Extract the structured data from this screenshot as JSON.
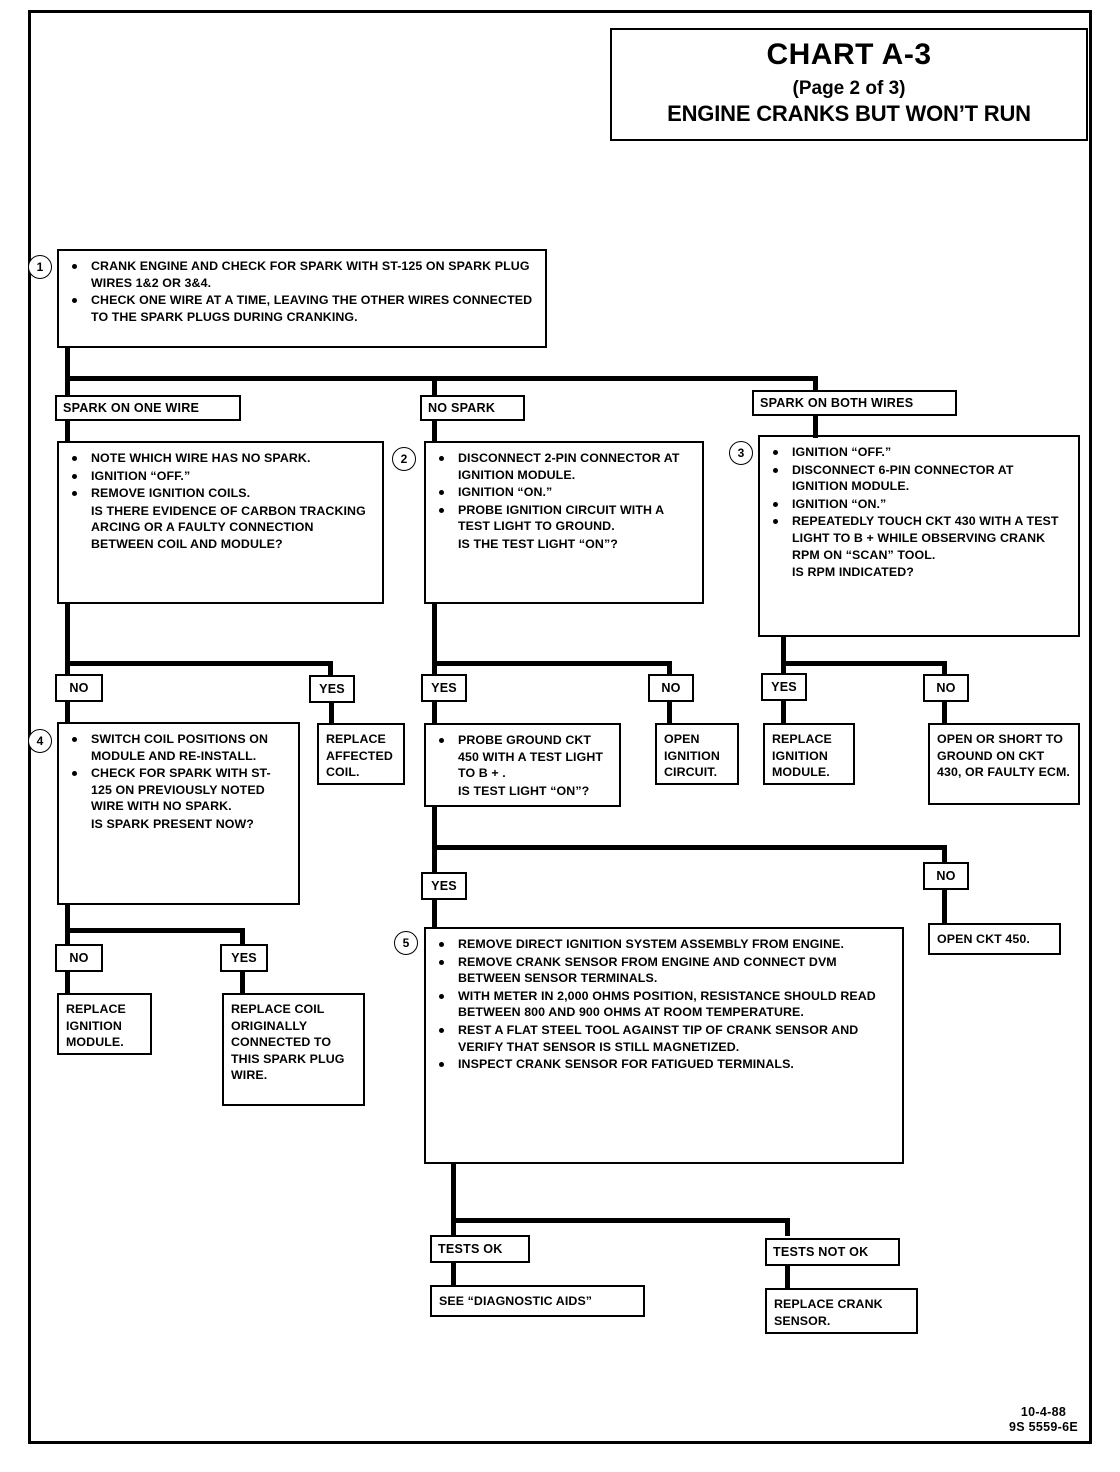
{
  "header": {
    "title": "CHART A-3",
    "page": "(Page 2 of 3)",
    "subtitle": "ENGINE CRANKS BUT WON’T RUN"
  },
  "steps": {
    "n1": "1",
    "n2": "2",
    "n3": "3",
    "n4": "4",
    "n5": "5"
  },
  "nodes": {
    "step1": {
      "bullets": [
        "CRANK ENGINE AND  CHECK FOR SPARK WITH ST-125  ON SPARK PLUG WIRES 1&2 OR 3&4.",
        "CHECK ONE WIRE AT A TIME, LEAVING THE OTHER WIRES CONNECTED TO THE SPARK PLUGS DURING CRANKING."
      ]
    },
    "branch_one_wire": "SPARK ON ONE WIRE",
    "branch_no_spark": "NO SPARK",
    "branch_both_wires": "SPARK ON BOTH WIRES",
    "left_check": {
      "b1": "NOTE WHICH WIRE HAS NO SPARK.",
      "b2": "IGNITION “OFF.”",
      "b3": "REMOVE IGNITION COILS.",
      "b3b": "IS THERE EVIDENCE OF CARBON TRACKING ARCING OR A FAULTY CONNECTION BETWEEN COIL AND MODULE?"
    },
    "step2": {
      "b1": "DISCONNECT 2-PIN CONNECTOR AT IGNITION MODULE.",
      "b2": "IGNITION “ON.”",
      "b3": "PROBE IGNITION CIRCUIT WITH A TEST LIGHT TO GROUND.",
      "b3b": "IS THE TEST LIGHT “ON”?"
    },
    "step3": {
      "b1": "IGNITION “OFF.”",
      "b2": "DISCONNECT 6-PIN CONNECTOR AT IGNITION MODULE.",
      "b3": "IGNITION “ON.”",
      "b4": "REPEATEDLY TOUCH CKT 430 WITH A TEST LIGHT TO B + WHILE OBSERVING CRANK RPM ON “SCAN” TOOL.",
      "b4b": "IS RPM INDICATED?"
    },
    "step4": {
      "b1": "SWITCH COIL POSITIONS ON MODULE AND RE-INSTALL.",
      "b2": "CHECK FOR SPARK WITH ST-125 ON PREVIOUSLY NOTED WIRE WITH NO SPARK.",
      "b2b": "IS SPARK PRESENT NOW?"
    },
    "replace_affected_coil": "REPLACE AFFECTED COIL.",
    "probe_ground": {
      "b1": "PROBE GROUND CKT 450 WITH A TEST LIGHT TO B + .",
      "b1b": "IS TEST LIGHT “ON”?"
    },
    "open_ignition_circuit": "OPEN IGNITION CIRCUIT.",
    "replace_ignition_module_right": "REPLACE IGNITION MODULE.",
    "open_or_short": "OPEN OR SHORT TO GROUND ON CKT 430, OR FAULTY ECM.",
    "open_ckt_450": "OPEN CKT 450.",
    "replace_ignition_module_left": "REPLACE IGNITION MODULE.",
    "replace_coil_originally": "REPLACE COIL ORIGINALLY CONNECTED TO THIS SPARK PLUG WIRE.",
    "step5": {
      "b1": "REMOVE DIRECT IGNITION SYSTEM ASSEMBLY FROM ENGINE.",
      "b2": "REMOVE CRANK SENSOR FROM ENGINE AND CONNECT DVM BETWEEN SENSOR TERMINALS.",
      "b3": "WITH METER IN 2,000 OHMS POSITION, RESISTANCE SHOULD READ BETWEEN 800 AND 900 OHMS AT ROOM TEMPERATURE.",
      "b4": "REST A FLAT STEEL TOOL AGAINST TIP OF CRANK SENSOR AND VERIFY THAT SENSOR IS STILL MAGNETIZED.",
      "b5": "INSPECT CRANK SENSOR FOR FATIGUED TERMINALS."
    },
    "tests_ok": "TESTS OK",
    "tests_not_ok": "TESTS NOT OK",
    "see_diagnostic_aids": "SEE “DIAGNOSTIC AIDS”",
    "replace_crank_sensor": "REPLACE CRANK SENSOR."
  },
  "labels": {
    "no": "NO",
    "yes": "YES"
  },
  "footer": {
    "date": "10-4-88",
    "code": "9S 5559-6E"
  }
}
